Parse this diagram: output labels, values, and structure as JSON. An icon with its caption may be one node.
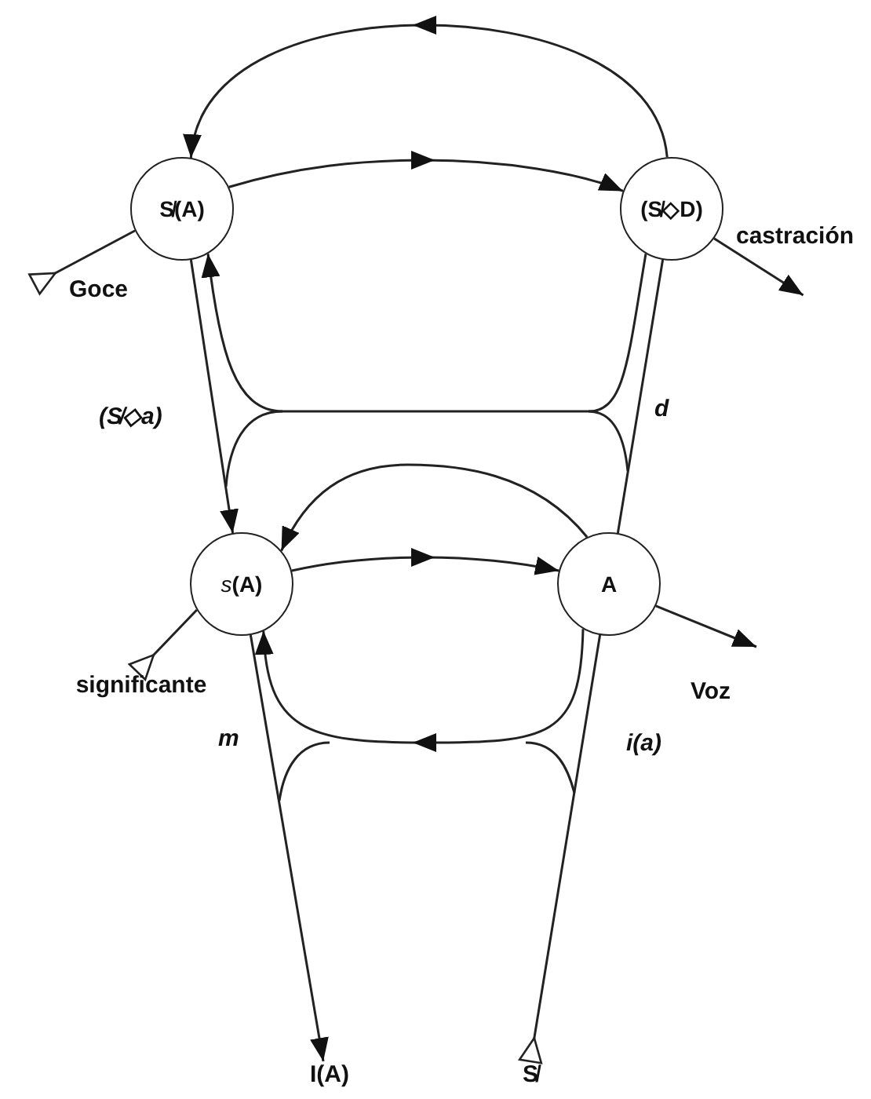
{
  "diagram": {
    "nodes": [
      {
        "text": [
          "S̸(A)"
        ]
      },
      {
        "text": [
          "(S̸◇D)"
        ]
      },
      {
        "text": [
          "Goce"
        ]
      },
      {
        "text": [
          "castración"
        ]
      },
      {
        "text": [
          "*s*(A)"
        ]
      },
      {
        "text": [
          "A"
        ]
      },
      {
        "text": [
          "significante"
        ]
      },
      {
        "text": [
          "Voz"
        ]
      },
      {
        "text": [
          "I(A)"
        ]
      },
      {
        "text": [
          "S̸"
        ]
      }
    ],
    "edges": [
      {
        "from": 1,
        "to": 0,
        "arrow": "to"
      },
      {
        "from": 2,
        "to": 0,
        "arrow": "other"
      },
      {
        "from": 0,
        "to": 1,
        "arrow": "to"
      },
      {
        "from": 1,
        "to": 3,
        "arrow": "to"
      },
      {
        "from": 1,
        "to": 0,
        "arrow": "to"
      },
      {
        "from": 0,
        "to": 4,
        "arrow": "to",
        "label": "(S̸◇a)"
      },
      {
        "from": 5,
        "to": 1,
        "arrow": "none",
        "label": "d"
      },
      {
        "from": 5,
        "to": 4,
        "arrow": "to"
      },
      {
        "from": 6,
        "to": 4,
        "arrow": "other"
      },
      {
        "from": 4,
        "to": 5,
        "arrow": "to"
      },
      {
        "from": 5,
        "to": 7,
        "arrow": "to"
      },
      {
        "from": 5,
        "to": 4,
        "arrow": "to"
      },
      {
        "from": 4,
        "to": 8,
        "arrow": "to",
        "label": "m"
      },
      {
        "from": 9,
        "to": 5,
        "arrow": "other",
        "label": "i(a)"
      }
    ]
  }
}
